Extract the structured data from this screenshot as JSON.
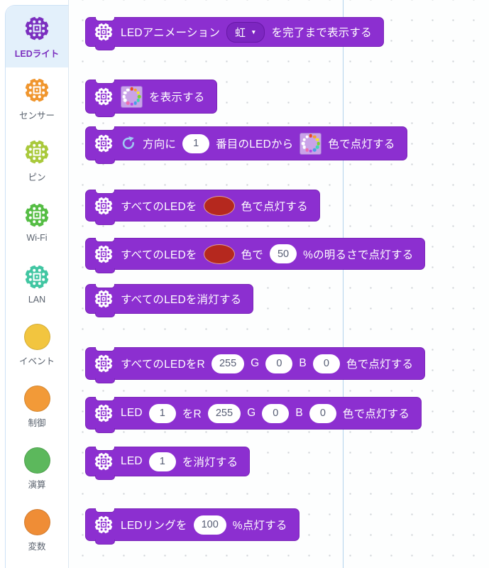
{
  "sidebar": {
    "categories": [
      {
        "label": "LEDライト",
        "color": "#7b2fbf",
        "type": "board",
        "selected": true
      },
      {
        "label": "センサー",
        "color": "#f0962e",
        "type": "board",
        "selected": false
      },
      {
        "label": "ピン",
        "color": "#a9c93b",
        "type": "board",
        "selected": false
      },
      {
        "label": "Wi-Fi",
        "color": "#55bd44",
        "type": "board",
        "selected": false
      },
      {
        "label": "LAN",
        "color": "#41c6a2",
        "type": "board",
        "selected": false
      },
      {
        "label": "イベント",
        "color": "#f2c53f",
        "type": "circle",
        "selected": false
      },
      {
        "label": "制御",
        "color": "#f29a38",
        "type": "circle",
        "selected": false
      },
      {
        "label": "演算",
        "color": "#5cb85c",
        "type": "circle",
        "selected": false
      },
      {
        "label": "変数",
        "color": "#ef8d36",
        "type": "circle",
        "selected": false
      }
    ]
  },
  "ui": {
    "dropdown_arrow": "▼",
    "block_color": "#8c2fd0",
    "block_border_color": "#7a24b8",
    "divider_color": "#b1d2ec",
    "selected_category_bg": "#e3f0fb",
    "rotate_icon_color": "#9ec9f2"
  },
  "matrix": {
    "dots": [
      "#e8472a",
      "#f5a02e",
      "#f3e32c",
      "#7ed32b",
      "#3fd6b4",
      "#4a9de8",
      "#b44ae8",
      "#f06eae",
      "#ffffff",
      "#ffffff",
      "#ffffff",
      "#ffffff"
    ]
  },
  "blocks": {
    "b1": {
      "t1": "LEDアニメーション",
      "dropdown": "虹",
      "t2": "を完了まで表示する"
    },
    "b2": {
      "t1": "を表示する"
    },
    "b3": {
      "t1": "方向に",
      "n1": "1",
      "t2": "番目のLEDから",
      "t3": "色で点灯する"
    },
    "b4": {
      "t1": "すべてのLEDを",
      "color": "#b5281e",
      "t2": "色で点灯する"
    },
    "b5": {
      "t1": "すべてのLEDを",
      "color": "#b5281e",
      "t2": "色で",
      "n1": "50",
      "t3": "%の明るさで点灯する"
    },
    "b6": {
      "t1": "すべてのLEDを消灯する"
    },
    "b7": {
      "t1": "すべてのLEDをR",
      "r": "255",
      "g_label": "G",
      "g": "0",
      "b_label": "B",
      "b": "0",
      "t2": "色で点灯する"
    },
    "b8": {
      "t1": "LED",
      "n1": "1",
      "t2": "をR",
      "r": "255",
      "g_label": "G",
      "g": "0",
      "b_label": "B",
      "b": "0",
      "t3": "色で点灯する"
    },
    "b9": {
      "t1": "LED",
      "n1": "1",
      "t2": "を消灯する"
    },
    "b10": {
      "t1": "LEDリングを",
      "n1": "100",
      "t2": "%点灯する"
    }
  }
}
